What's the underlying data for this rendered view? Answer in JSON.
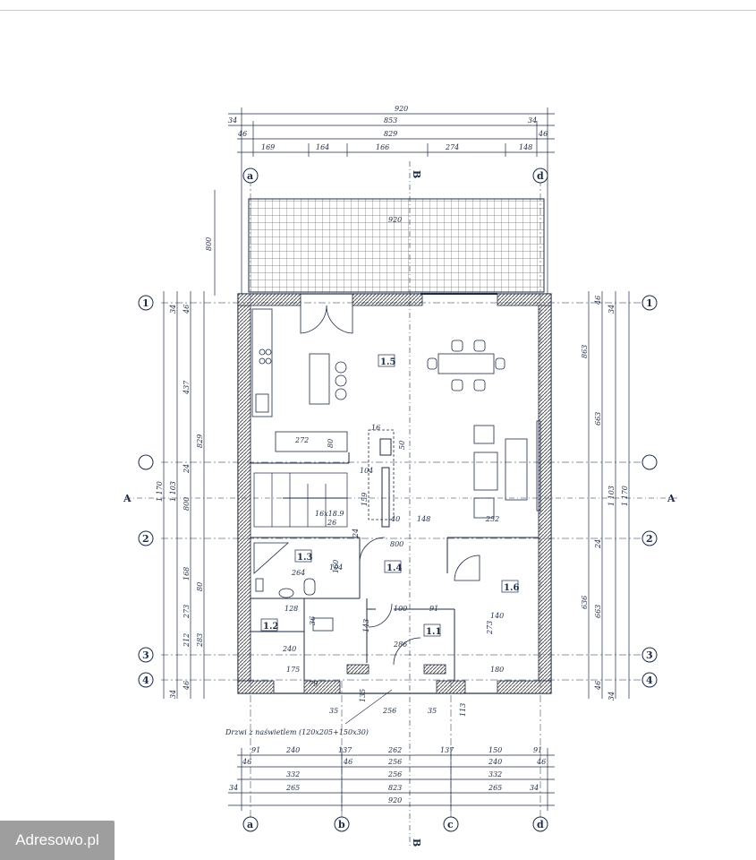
{
  "watermark": "Adresowo.pl",
  "colors": {
    "line": "#1d2a44",
    "hatch": "#555555",
    "blue": "#2a5599"
  },
  "axis_labels": {
    "letters": [
      "a",
      "b",
      "c",
      "d"
    ],
    "numbers": [
      "1",
      "2",
      "3",
      "4"
    ],
    "section_marks": [
      "A",
      "B"
    ]
  },
  "rooms": {
    "r11": "1.1",
    "r12": "1.2",
    "r13": "1.3",
    "r14": "1.4",
    "r15": "1.5",
    "r16": "1.6"
  },
  "door_note": "Drzwi z naświetlem (120x205+150x30)",
  "dims": {
    "top": [
      "920",
      "853",
      "829",
      "34",
      "34",
      "46",
      "46",
      "169",
      "164",
      "166",
      "274",
      "148"
    ],
    "terrace": [
      "800",
      "920"
    ],
    "bottom": [
      "91",
      "240",
      "137",
      "46",
      "262",
      "256",
      "137",
      "150",
      "240",
      "91",
      "46",
      "46",
      "332",
      "256",
      "332",
      "34",
      "265",
      "823",
      "265",
      "34",
      "920"
    ],
    "left": [
      "34",
      "46",
      "437",
      "829",
      "1 170",
      "1 103",
      "800",
      "168",
      "80",
      "212",
      "24",
      "273",
      "283",
      "34",
      "46"
    ],
    "right": [
      "34",
      "46",
      "863",
      "663",
      "1 103",
      "1 170",
      "24",
      "636",
      "663",
      "46",
      "34"
    ],
    "interior": [
      "272",
      "80",
      "16",
      "50",
      "104",
      "159",
      "40",
      "148",
      "252",
      "16x18.9",
      "26",
      "24",
      "800",
      "264",
      "104",
      "128",
      "36",
      "100",
      "91",
      "140",
      "273",
      "240",
      "79",
      "143",
      "286",
      "35",
      "256",
      "35",
      "135",
      "113",
      "175",
      "180",
      "160"
    ]
  }
}
